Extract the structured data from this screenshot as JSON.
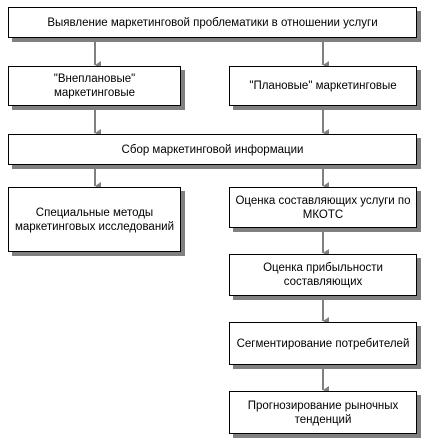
{
  "colors": {
    "border": "#000000",
    "shadow": "#808080",
    "connector": "#808080",
    "background": "#ffffff"
  },
  "nodes": {
    "identify_problem": "Выявление маркетинговой проблематики в отношении услуги",
    "unplanned": "\"Внеплановые\" маркетинговые",
    "planned": "\"Плановые\" маркетинговые",
    "collect_info": "Сбор маркетинговой информации",
    "special_methods": "Специальные методы маркетинговых исследований",
    "evaluate_components": "Оценка составляющих услуги по МКОТС",
    "evaluate_profitability": "Оценка прибыльности составляющих",
    "segmentation": "Сегментирование потребителей",
    "forecasting": "Прогнозирование рыночных тенденций"
  },
  "edges": [
    [
      "identify_problem",
      "unplanned"
    ],
    [
      "identify_problem",
      "planned"
    ],
    [
      "unplanned",
      "collect_info"
    ],
    [
      "planned",
      "collect_info"
    ],
    [
      "collect_info",
      "special_methods"
    ],
    [
      "collect_info",
      "evaluate_components"
    ],
    [
      "evaluate_components",
      "evaluate_profitability"
    ],
    [
      "evaluate_profitability",
      "segmentation"
    ],
    [
      "segmentation",
      "forecasting"
    ]
  ]
}
